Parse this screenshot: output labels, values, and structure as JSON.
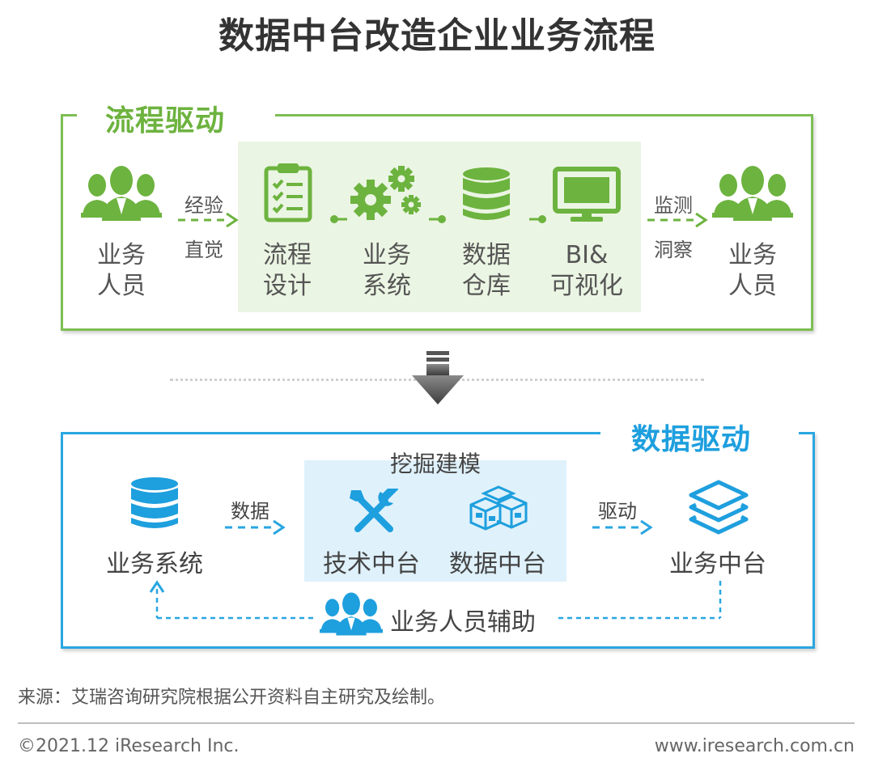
{
  "title": "数据中台改造企业业务流程",
  "top": {
    "label": "流程驱动",
    "left_person": [
      "业务",
      "人员"
    ],
    "arrow_left_top": "经验",
    "arrow_left_bottom": "直觉",
    "steps": [
      {
        "icon": "clipboard-icon",
        "lines": [
          "流程",
          "设计"
        ]
      },
      {
        "icon": "gears-icon",
        "lines": [
          "业务",
          "系统"
        ]
      },
      {
        "icon": "database-icon",
        "lines": [
          "数据",
          "仓库"
        ]
      },
      {
        "icon": "monitor-icon",
        "lines": [
          "BI&",
          "可视化"
        ]
      }
    ],
    "arrow_right_top": "监测",
    "arrow_right_bottom": "洞察",
    "right_person": [
      "业务",
      "人员"
    ]
  },
  "bottom": {
    "label": "数据驱动",
    "left_node": "业务系统",
    "arrow_left": "数据",
    "mining_title": "挖掘建模",
    "tech_platform": "技术中台",
    "data_platform": "数据中台",
    "arrow_right": "驱动",
    "right_node": "业务中台",
    "assist": "业务人员辅助"
  },
  "colors": {
    "green": "#6db33f",
    "blue": "#1e9fde"
  },
  "footer": {
    "source": "来源：艾瑞咨询研究院根据公开资料自主研究及绘制。",
    "copyright": "©2021.12 iResearch Inc.",
    "url": "www.iresearch.com.cn"
  }
}
